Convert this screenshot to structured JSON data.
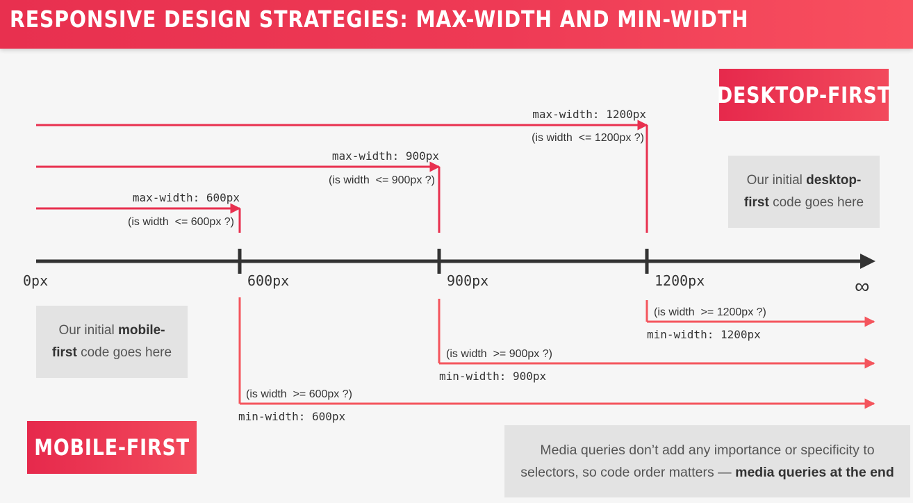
{
  "header": {
    "title": "RESPONSIVE DESIGN STRATEGIES: MAX-WIDTH AND MIN-WIDTH"
  },
  "badges": {
    "desktop_first": "DESKTOP-FIRST",
    "mobile_first": "MOBILE-FIRST"
  },
  "axis": {
    "start_label": "0px",
    "end_label": "∞",
    "breakpoints": [
      {
        "label": "600px"
      },
      {
        "label": "900px"
      },
      {
        "label": "1200px"
      }
    ]
  },
  "max_width": [
    {
      "query": "max-width: 600px",
      "condition": "(is width  <= 600px ?)"
    },
    {
      "query": "max-width: 900px",
      "condition": "(is width  <= 900px ?)"
    },
    {
      "query": "max-width: 1200px",
      "condition": "(is width  <= 1200px ?)"
    }
  ],
  "min_width": [
    {
      "query": "min-width: 600px",
      "condition": "(is width  >= 600px ?)"
    },
    {
      "query": "min-width: 900px",
      "condition": "(is width  >= 900px ?)"
    },
    {
      "query": "min-width: 1200px",
      "condition": "(is width  >= 1200px ?)"
    }
  ],
  "notes": {
    "desktop": {
      "pre": "Our initial ",
      "bold_a": "desktop-",
      "br": "",
      "bold_b": "first",
      "post": " code goes here"
    },
    "mobile": {
      "pre": "Our initial ",
      "bold_a": "mobile-",
      "bold_b": "first",
      "post": " code goes here"
    },
    "footer": {
      "line1": "Media queries don’t add any importance or specificity to",
      "line2_pre": "selectors, so code order matters — ",
      "line2_bold": "media queries at the end"
    }
  },
  "colors": {
    "accent": "#e8304f",
    "axis": "#333333",
    "note_bg": "#e3e3e3"
  }
}
